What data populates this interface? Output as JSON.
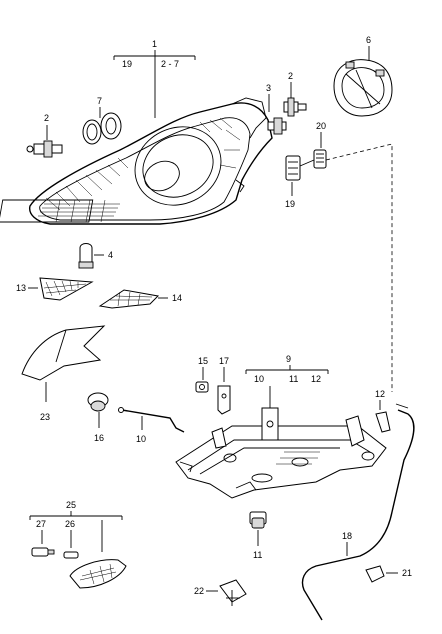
{
  "labels": {
    "p1": "1",
    "p19_top": "19",
    "p2_7": "2 - 7",
    "p6": "6",
    "p2_left": "2",
    "p7": "7",
    "p3": "3",
    "p2_right": "2",
    "p20": "20",
    "p19_connector": "19",
    "p4": "4",
    "p13": "13",
    "p14": "14",
    "p23": "23",
    "p15": "15",
    "p17": "17",
    "p9": "9",
    "p10_group": "10",
    "p11_group": "11",
    "p12_group": "12",
    "p12_clip": "12",
    "p16": "16",
    "p10_rod": "10",
    "p25": "25",
    "p27": "27",
    "p26": "26",
    "p11_mount": "11",
    "p18": "18",
    "p21": "21",
    "p22": "22"
  }
}
